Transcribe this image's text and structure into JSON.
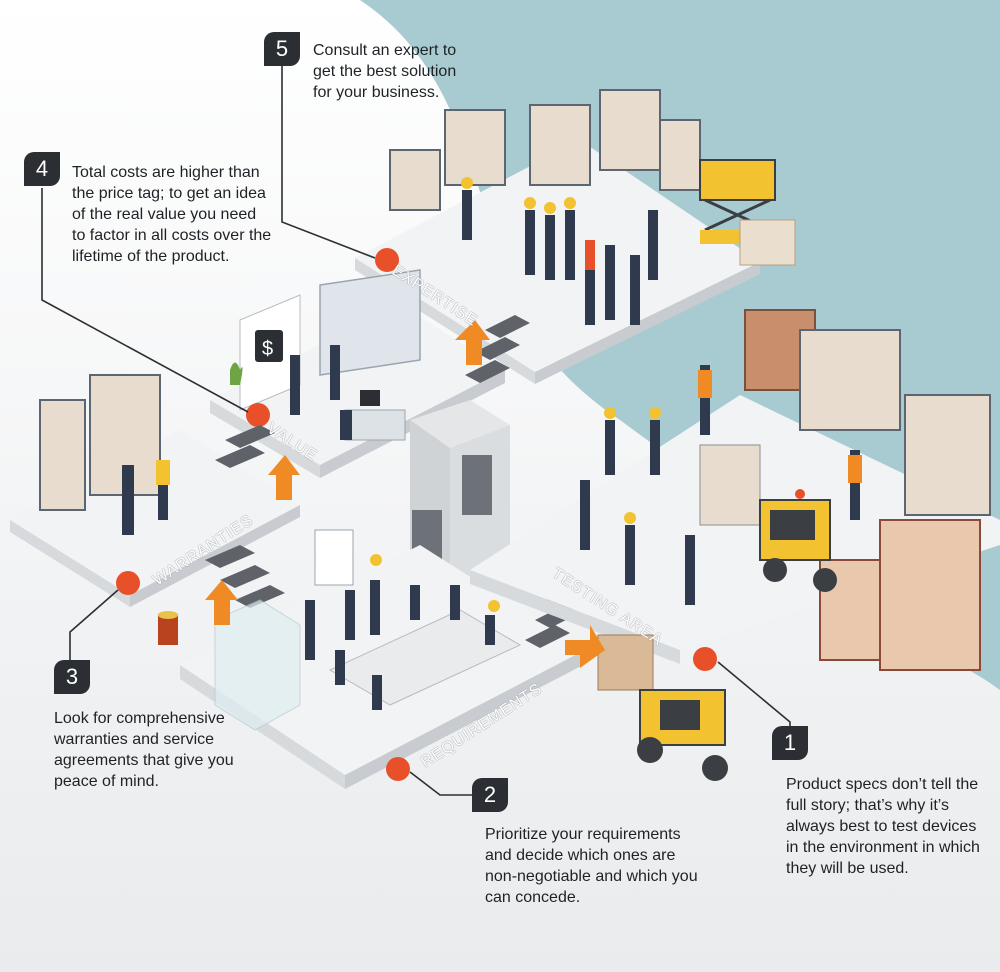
{
  "steps": [
    {
      "number": "1",
      "text": "Product specs don’t tell the full story; that’s why it’s always best to test devices in the environment in which they will be used."
    },
    {
      "number": "2",
      "text": "Prioritize your requirements and decide which ones are non-negotiable and which you can concede."
    },
    {
      "number": "3",
      "text": "Look for comprehensive warranties and service agreements that give you peace of mind."
    },
    {
      "number": "4",
      "text": "Total costs are higher than the price tag; to get an idea of the real value you need to factor in all costs over the lifetime of the product."
    },
    {
      "number": "5",
      "text": "Consult an expert to get the best solution for your business."
    }
  ],
  "areas": {
    "expertise": "EXPERTISE",
    "value": "VALUE",
    "warranties": "WARRANTIES",
    "requirements": "REQUIREMENTS",
    "testing": "TESTING AREA"
  },
  "colors": {
    "accent": "#e8502a",
    "arrow_orange": "#f08a24",
    "teal_background": "#a7cbd0",
    "platform": "#f2f3f4",
    "badge": "#2b2f33",
    "forklift_yellow": "#f2c230"
  }
}
